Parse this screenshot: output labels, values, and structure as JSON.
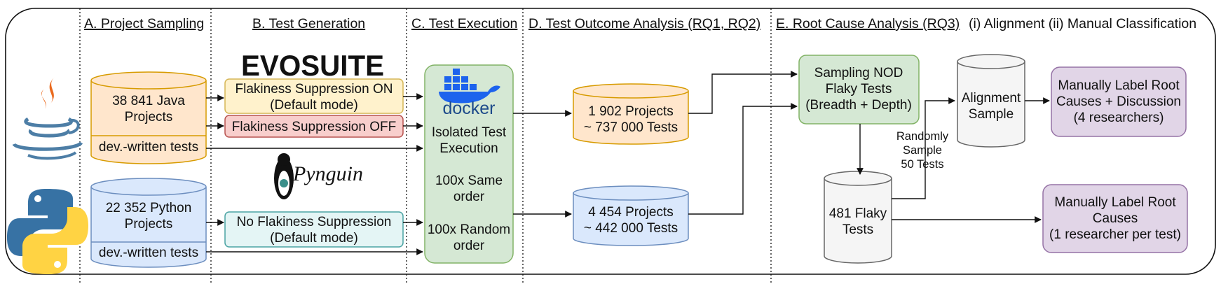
{
  "sections": {
    "a": "A. Project Sampling",
    "b": "B. Test Generation",
    "c": "C. Test Execution",
    "d": "D. Test Outcome Analysis (RQ1, RQ2)",
    "e": "E. Root Cause Analysis (RQ3)",
    "e_sub": "(i) Alignment  (ii) Manual Classification"
  },
  "logos": {
    "evosuite": "EVOSUITE",
    "docker": "docker",
    "pynguin": "Pynguin",
    "java_icon": "java-logo-icon",
    "python_icon": "python-logo-icon"
  },
  "java": {
    "projects": [
      "38 841 Java",
      "Projects"
    ],
    "tests": "dev.-written tests"
  },
  "python": {
    "projects": [
      "22 352 Python",
      "Projects"
    ],
    "tests": "dev.-written tests"
  },
  "generation": {
    "supp_on": [
      "Flakiness Suppression ON",
      "(Default mode)"
    ],
    "supp_off": "Flakiness Suppression OFF",
    "no_supp": [
      "No Flakiness Suppression",
      "(Default mode)"
    ]
  },
  "execution": {
    "isolated": [
      "Isolated Test",
      "Execution"
    ],
    "same": [
      "100x Same",
      "order"
    ],
    "random": [
      "100x Random",
      "order"
    ]
  },
  "outcome": {
    "java": [
      "1 902 Projects",
      "~ 737 000 Tests"
    ],
    "python": [
      "4 454 Projects",
      "~ 442 000 Tests"
    ]
  },
  "root_cause": {
    "sampling": [
      "Sampling NOD",
      "Flaky Tests",
      "(Breadth + Depth)"
    ],
    "alignment": [
      "Alignment",
      "Sample"
    ],
    "manual_discussion": [
      "Manually Label Root",
      "Causes + Discussion",
      "(4 researchers)"
    ],
    "random_sample": [
      "Randomly",
      "Sample",
      "50 Tests"
    ],
    "flaky": [
      "481 Flaky",
      "Tests"
    ],
    "manual_single": [
      "Manually Label Root",
      "Causes",
      "(1 researcher per test)"
    ]
  },
  "colors": {
    "java_fill": "#ffe6cc",
    "java_stroke": "#d79b00",
    "python_fill": "#dae8fc",
    "python_stroke": "#6c8ebf",
    "on_fill": "#fff2cc",
    "on_stroke": "#d6b656",
    "off_fill": "#f8cecc",
    "off_stroke": "#b85450",
    "teal_fill": "#e4f5f5",
    "teal_stroke": "#4aa3a3",
    "exec_fill": "#d5e8d4",
    "exec_stroke": "#82b366",
    "gray_fill": "#f5f5f5",
    "gray_stroke": "#666666",
    "purple_fill": "#e1d5e7",
    "purple_stroke": "#9673a6",
    "docker_blue": "#1d63ed"
  }
}
